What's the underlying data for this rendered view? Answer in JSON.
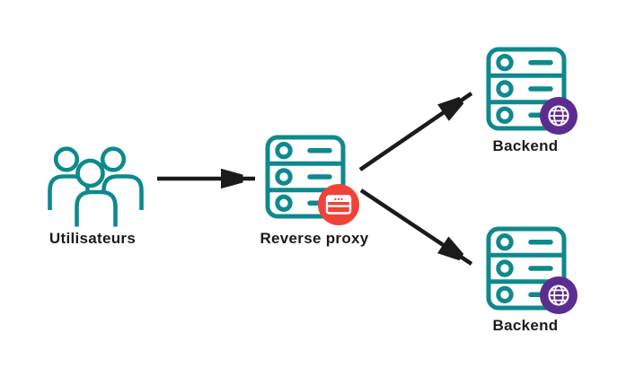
{
  "diagram": {
    "type": "architecture-flow",
    "nodes": {
      "users": {
        "label": "Utilisateurs",
        "icon": "users-group-icon"
      },
      "reverse_proxy": {
        "label": "Reverse proxy",
        "icon": "server-icon",
        "badge": "browser-window-icon",
        "badge_color": "red"
      },
      "backend_top": {
        "label": "Backend",
        "icon": "server-icon",
        "badge": "globe-icon",
        "badge_color": "purple"
      },
      "backend_bottom": {
        "label": "Backend",
        "icon": "server-icon",
        "badge": "globe-icon",
        "badge_color": "purple"
      }
    },
    "edges": [
      {
        "from": "users",
        "to": "reverse_proxy"
      },
      {
        "from": "reverse_proxy",
        "to": "backend_top"
      },
      {
        "from": "reverse_proxy",
        "to": "backend_bottom"
      }
    ]
  },
  "colors": {
    "teal": "#0E898D",
    "red": "#EF4339",
    "purple": "#5C2D91",
    "ink": "#1B1B1B",
    "background": "#FFFFFF"
  }
}
